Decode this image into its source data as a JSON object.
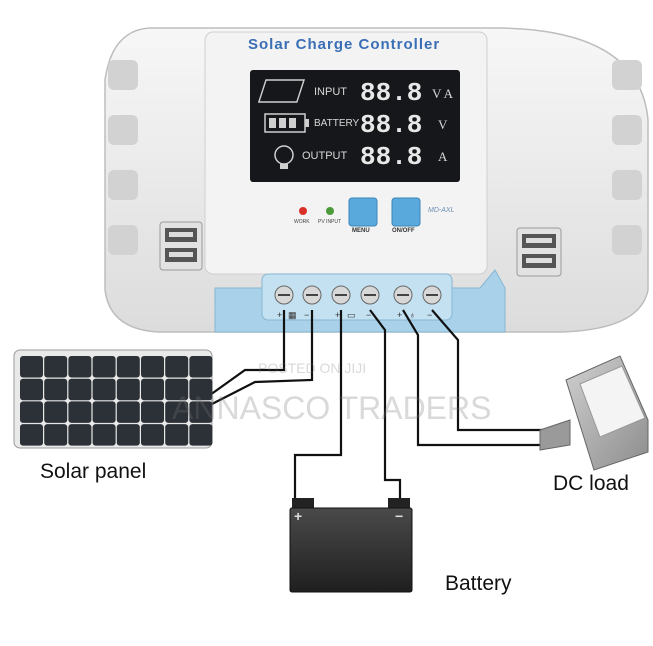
{
  "controller": {
    "title": "Solar Charge Controller",
    "model": "MD-AXL",
    "lcd_rows": [
      {
        "label": "INPUT",
        "digits": "88.8",
        "unit": "V A"
      },
      {
        "label": "BATTERY",
        "digits": "88.8",
        "unit": "V"
      },
      {
        "label": "OUTPUT",
        "digits": "88.8",
        "unit": "A"
      }
    ],
    "indicators": [
      {
        "label": "WORK",
        "color": "#d9302a"
      },
      {
        "label": "PV INPUT",
        "color": "#4b9a3b"
      }
    ],
    "buttons": [
      {
        "label": "MENU"
      },
      {
        "label": "ON/OFF"
      }
    ]
  },
  "labels": {
    "solar_panel": "Solar panel",
    "dc_load": "DC load",
    "battery": "Battery"
  },
  "battery_terminals": {
    "plus": "+",
    "minus": "−"
  },
  "watermark": {
    "line1": "POSTED ON JIJI",
    "line2": "ANNASCO TRADERS"
  },
  "colors": {
    "case": "#ececec",
    "lcd": "#15171a",
    "button_blue": "#5aa9dd",
    "terminal_strip": "#a9d2ea"
  }
}
